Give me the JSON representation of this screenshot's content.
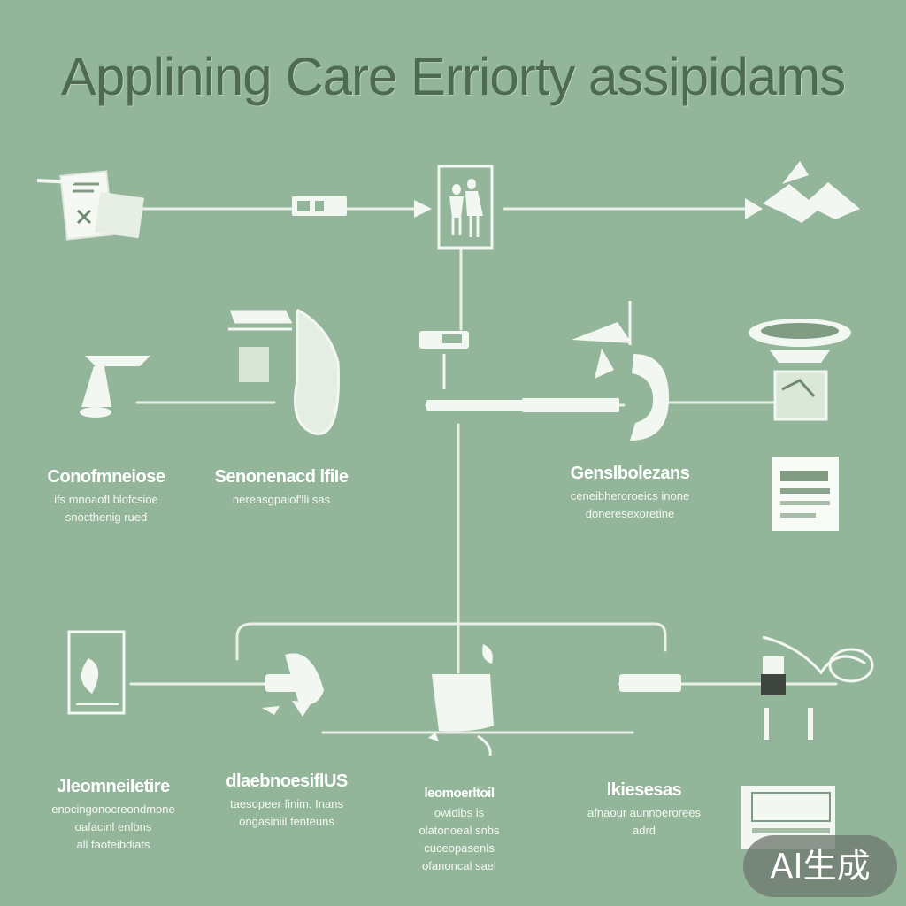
{
  "title": "Applining Care Erriorty assipidams",
  "colors": {
    "background": "#93b69a",
    "line": "#e9f1e6",
    "title": "#4e6a4f",
    "badge": "#6e7870"
  },
  "labels": {
    "c1": {
      "heading": "Conofmneiose",
      "lines": [
        "ifs mnoaofl blofcsioe",
        "snocthenig rued"
      ]
    },
    "c2": {
      "heading": "Senonenacd lfiIe",
      "lines": [
        "nereasgpaiof'lli sas"
      ]
    },
    "c3": {
      "heading": "Genslbolezans",
      "lines": [
        "ceneibheroroeics inone",
        "doneresexoretine"
      ]
    },
    "d1": {
      "heading": "Jleomneiletire",
      "lines": [
        "enocingonocreondmone",
        "oafacinl enlbns",
        "all faofeibdiats"
      ]
    },
    "d2": {
      "heading": "dlaebnoesiflUS",
      "lines": [
        "taesopeer finim. Inans",
        "ongasiniil fenteuns"
      ]
    },
    "d3": {
      "heading": "leomoerltoil",
      "lines": [
        "owidibs is",
        "olatonoeal snbs",
        "cuceopasenls",
        "ofanoncal sael"
      ]
    },
    "d4": {
      "heading": "lkiesesas",
      "lines": [
        "afnaour aunnoerorees",
        "adrd"
      ]
    }
  },
  "badge": {
    "text": "AI生成"
  }
}
